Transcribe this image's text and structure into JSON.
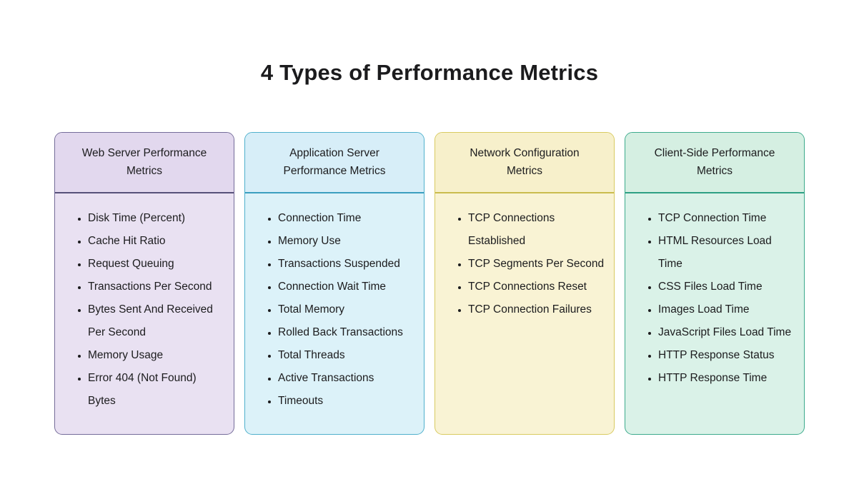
{
  "title": "4 Types of Performance Metrics",
  "cards": [
    {
      "title": "Web Server Performance Metrics",
      "colors": {
        "border": "#746c99",
        "divider": "#57517a",
        "header_bg": "#e2d8ee",
        "body_bg": "#e9e1f2"
      },
      "items": [
        "Disk Time (Percent)",
        "Cache Hit Ratio",
        "Request Queuing",
        "Transactions Per Second",
        "Bytes Sent And Received Per Second",
        "Memory Usage",
        "Error 404 (Not Found) Bytes"
      ]
    },
    {
      "title": "Application Server Performance Metrics",
      "colors": {
        "border": "#4fb0cc",
        "divider": "#3a9fc0",
        "header_bg": "#d7eef8",
        "body_bg": "#dcf2f9"
      },
      "items": [
        "Connection Time",
        "Memory Use",
        "Transactions Suspended",
        "Connection Wait Time",
        "Total Memory",
        "Rolled Back Transactions",
        "Total Threads",
        "Active Transactions",
        "Timeouts"
      ]
    },
    {
      "title": "Network Configuration Metrics",
      "colors": {
        "border": "#d8ca60",
        "divider": "#cabc4e",
        "header_bg": "#f7f0cb",
        "body_bg": "#f9f3d4"
      },
      "items": [
        "TCP Connections Established",
        "TCP Segments Per Second",
        "TCP Connections Reset",
        "TCP Connection Failures"
      ]
    },
    {
      "title": "Client-Side Performance Metrics",
      "colors": {
        "border": "#3caa8c",
        "divider": "#2da084",
        "header_bg": "#d5efe2",
        "body_bg": "#daf2e8"
      },
      "items": [
        "TCP Connection Time",
        "HTML Resources Load Time",
        "CSS Files Load Time",
        "Images Load Time",
        "JavaScript Files Load Time",
        "HTTP Response Status",
        "HTTP Response Time"
      ]
    }
  ]
}
